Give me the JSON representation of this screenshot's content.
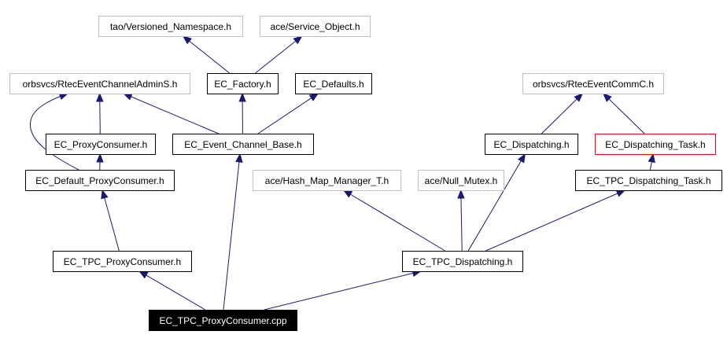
{
  "style": {
    "edge_color": "#191970",
    "border_default": "#000000",
    "border_external": "#bfbfbf",
    "border_highlight": "#ff0000",
    "root_fill": "#000000",
    "root_text": "#ffffff"
  },
  "nodes": [
    {
      "id": "tao_ver_ns",
      "label": "tao/Versioned_Namespace.h",
      "kind": "external"
    },
    {
      "id": "ace_svc_obj",
      "label": "ace/Service_Object.h",
      "kind": "external"
    },
    {
      "id": "orb_admin",
      "label": "orbsvcs/RtecEventChannelAdminS.h",
      "kind": "external"
    },
    {
      "id": "ec_factory",
      "label": "EC_Factory.h",
      "kind": "normal"
    },
    {
      "id": "ec_defaults",
      "label": "EC_Defaults.h",
      "kind": "normal"
    },
    {
      "id": "orb_comm",
      "label": "orbsvcs/RtecEventCommC.h",
      "kind": "external"
    },
    {
      "id": "ec_proxy_consumer",
      "label": "EC_ProxyConsumer.h",
      "kind": "normal"
    },
    {
      "id": "ec_event_channel_base",
      "label": "EC_Event_Channel_Base.h",
      "kind": "normal"
    },
    {
      "id": "ec_dispatching",
      "label": "EC_Dispatching.h",
      "kind": "normal"
    },
    {
      "id": "ec_dispatching_task",
      "label": "EC_Dispatching_Task.h",
      "kind": "highlight"
    },
    {
      "id": "ec_default_proxy_consumer",
      "label": "EC_Default_ProxyConsumer.h",
      "kind": "normal"
    },
    {
      "id": "ace_hash_map",
      "label": "ace/Hash_Map_Manager_T.h",
      "kind": "external"
    },
    {
      "id": "ace_null_mutex",
      "label": "ace/Null_Mutex.h",
      "kind": "external"
    },
    {
      "id": "ec_tpc_dispatching_task",
      "label": "EC_TPC_Dispatching_Task.h",
      "kind": "normal"
    },
    {
      "id": "ec_tpc_proxy_consumer",
      "label": "EC_TPC_ProxyConsumer.h",
      "kind": "normal"
    },
    {
      "id": "ec_tpc_dispatching",
      "label": "EC_TPC_Dispatching.h",
      "kind": "normal"
    },
    {
      "id": "ec_tpc_proxy_consumer_cpp",
      "label": "EC_TPC_ProxyConsumer.cpp",
      "kind": "root"
    }
  ],
  "edges": [
    {
      "from": "ec_factory",
      "to": "tao_ver_ns"
    },
    {
      "from": "ec_factory",
      "to": "ace_svc_obj"
    },
    {
      "from": "ec_proxy_consumer",
      "to": "orb_admin"
    },
    {
      "from": "ec_event_channel_base",
      "to": "orb_admin"
    },
    {
      "from": "ec_event_channel_base",
      "to": "ec_factory"
    },
    {
      "from": "ec_event_channel_base",
      "to": "ec_defaults"
    },
    {
      "from": "ec_default_proxy_consumer",
      "to": "ec_proxy_consumer"
    },
    {
      "from": "ec_default_proxy_consumer",
      "to": "orb_admin"
    },
    {
      "from": "ec_dispatching",
      "to": "orb_comm"
    },
    {
      "from": "ec_dispatching_task",
      "to": "orb_comm"
    },
    {
      "from": "ec_tpc_dispatching_task",
      "to": "ec_dispatching_task"
    },
    {
      "from": "ec_tpc_proxy_consumer",
      "to": "ec_default_proxy_consumer"
    },
    {
      "from": "ec_tpc_dispatching",
      "to": "ace_hash_map"
    },
    {
      "from": "ec_tpc_dispatching",
      "to": "ace_null_mutex"
    },
    {
      "from": "ec_tpc_dispatching",
      "to": "ec_dispatching"
    },
    {
      "from": "ec_tpc_dispatching",
      "to": "ec_tpc_dispatching_task"
    },
    {
      "from": "ec_tpc_proxy_consumer_cpp",
      "to": "ec_tpc_proxy_consumer"
    },
    {
      "from": "ec_tpc_proxy_consumer_cpp",
      "to": "ec_event_channel_base"
    },
    {
      "from": "ec_tpc_proxy_consumer_cpp",
      "to": "ec_tpc_dispatching"
    }
  ]
}
